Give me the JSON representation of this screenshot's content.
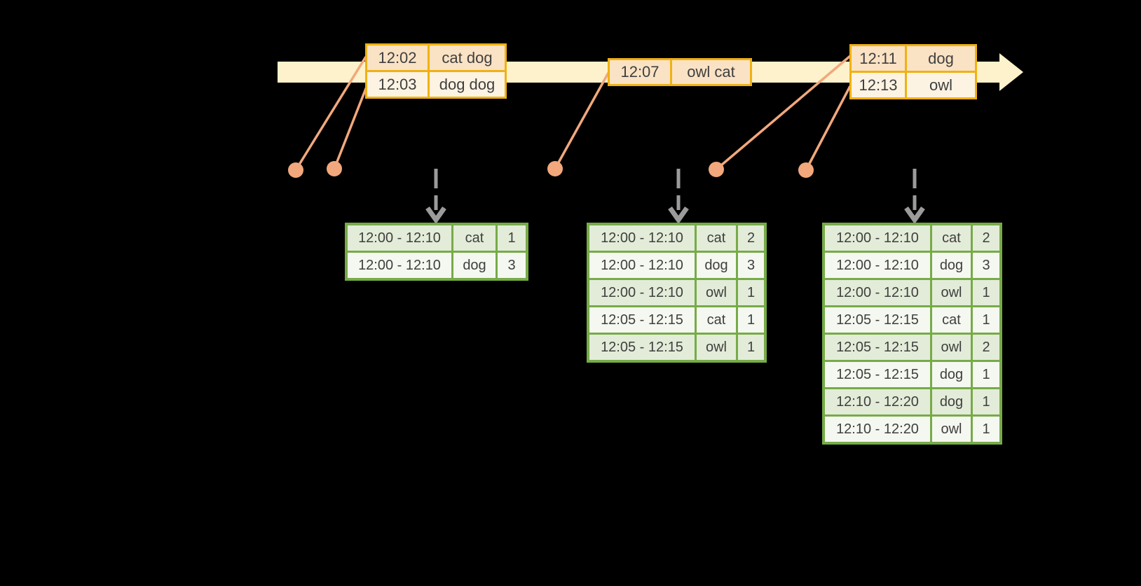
{
  "diagram": {
    "description": "windowed-word-count-streaming-diagram",
    "background": "#000000",
    "colors": {
      "timeline_band": "#FDF2CB",
      "event_table_border": "#F0B112",
      "event_row_peach": "#FAE2C4",
      "event_row_cream": "#FDF3E3",
      "connector_salmon": "#F2A87C",
      "result_table_border": "#76AB48",
      "result_row_green": "#E3ECD8",
      "result_row_white": "#F5F8F0",
      "dashed_arrow_gray": "#9B9B9B",
      "text": "#3F3F3F"
    },
    "event_tables": [
      {
        "rows": [
          {
            "time": "12:02",
            "words": "cat dog"
          },
          {
            "time": "12:03",
            "words": "dog dog"
          }
        ]
      },
      {
        "rows": [
          {
            "time": "12:07",
            "words": "owl cat"
          }
        ]
      },
      {
        "rows": [
          {
            "time": "12:11",
            "words": "dog"
          },
          {
            "time": "12:13",
            "words": "owl"
          }
        ]
      }
    ],
    "result_tables": [
      {
        "rows": [
          {
            "window": "12:00 - 12:10",
            "word": "cat",
            "count": "1"
          },
          {
            "window": "12:00 - 12:10",
            "word": "dog",
            "count": "3"
          }
        ]
      },
      {
        "rows": [
          {
            "window": "12:00 - 12:10",
            "word": "cat",
            "count": "2"
          },
          {
            "window": "12:00 - 12:10",
            "word": "dog",
            "count": "3"
          },
          {
            "window": "12:00 - 12:10",
            "word": "owl",
            "count": "1"
          },
          {
            "window": "12:05 - 12:15",
            "word": "cat",
            "count": "1"
          },
          {
            "window": "12:05 - 12:15",
            "word": "owl",
            "count": "1"
          }
        ]
      },
      {
        "rows": [
          {
            "window": "12:00 - 12:10",
            "word": "cat",
            "count": "2"
          },
          {
            "window": "12:00 - 12:10",
            "word": "dog",
            "count": "3"
          },
          {
            "window": "12:00 - 12:10",
            "word": "owl",
            "count": "1"
          },
          {
            "window": "12:05 - 12:15",
            "word": "cat",
            "count": "1"
          },
          {
            "window": "12:05 - 12:15",
            "word": "owl",
            "count": "2"
          },
          {
            "window": "12:05 - 12:15",
            "word": "dog",
            "count": "1"
          },
          {
            "window": "12:10 - 12:20",
            "word": "dog",
            "count": "1"
          },
          {
            "window": "12:10 - 12:20",
            "word": "owl",
            "count": "1"
          }
        ]
      }
    ]
  }
}
